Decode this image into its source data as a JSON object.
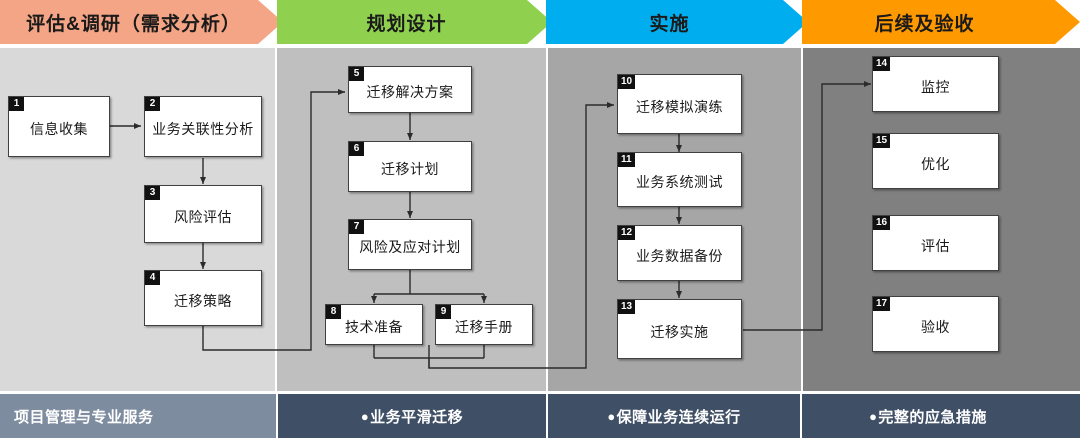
{
  "banner": {
    "phases": [
      {
        "label": "评估&调研（需求分析）",
        "color": "#f4a585"
      },
      {
        "label": "规划设计",
        "color": "#8fd14f"
      },
      {
        "label": "实施",
        "color": "#00aeef"
      },
      {
        "label": "后续及验收",
        "color": "#f90"
      }
    ]
  },
  "columns": [
    {
      "name": "assessment",
      "bg": "#d9d9d9"
    },
    {
      "name": "planning",
      "bg": "#bfbfbf"
    },
    {
      "name": "implementation",
      "bg": "#a6a6a6"
    },
    {
      "name": "followup",
      "bg": "#808080"
    }
  ],
  "nodes": [
    {
      "num": "1",
      "label": "信息收集"
    },
    {
      "num": "2",
      "label": "业务关联性分析"
    },
    {
      "num": "3",
      "label": "风险评估"
    },
    {
      "num": "4",
      "label": "迁移策略"
    },
    {
      "num": "5",
      "label": "迁移解决方案"
    },
    {
      "num": "6",
      "label": "迁移计划"
    },
    {
      "num": "7",
      "label": "风险及应对计划"
    },
    {
      "num": "8",
      "label": "技术准备"
    },
    {
      "num": "9",
      "label": "迁移手册"
    },
    {
      "num": "10",
      "label": "迁移模拟演练"
    },
    {
      "num": "11",
      "label": "业务系统测试"
    },
    {
      "num": "12",
      "label": "业务数据备份"
    },
    {
      "num": "13",
      "label": "迁移实施"
    },
    {
      "num": "14",
      "label": "监控"
    },
    {
      "num": "15",
      "label": "优化"
    },
    {
      "num": "16",
      "label": "评估"
    },
    {
      "num": "17",
      "label": "验收"
    }
  ],
  "footer": {
    "title": "项目管理与专业服务",
    "bullet": "●",
    "items": [
      {
        "label": "业务平滑迁移"
      },
      {
        "label": "保障业务连续运行"
      },
      {
        "label": "完整的应急措施"
      }
    ],
    "title_bg": "#7e8ca0",
    "item_bg": "#3f4f66"
  }
}
